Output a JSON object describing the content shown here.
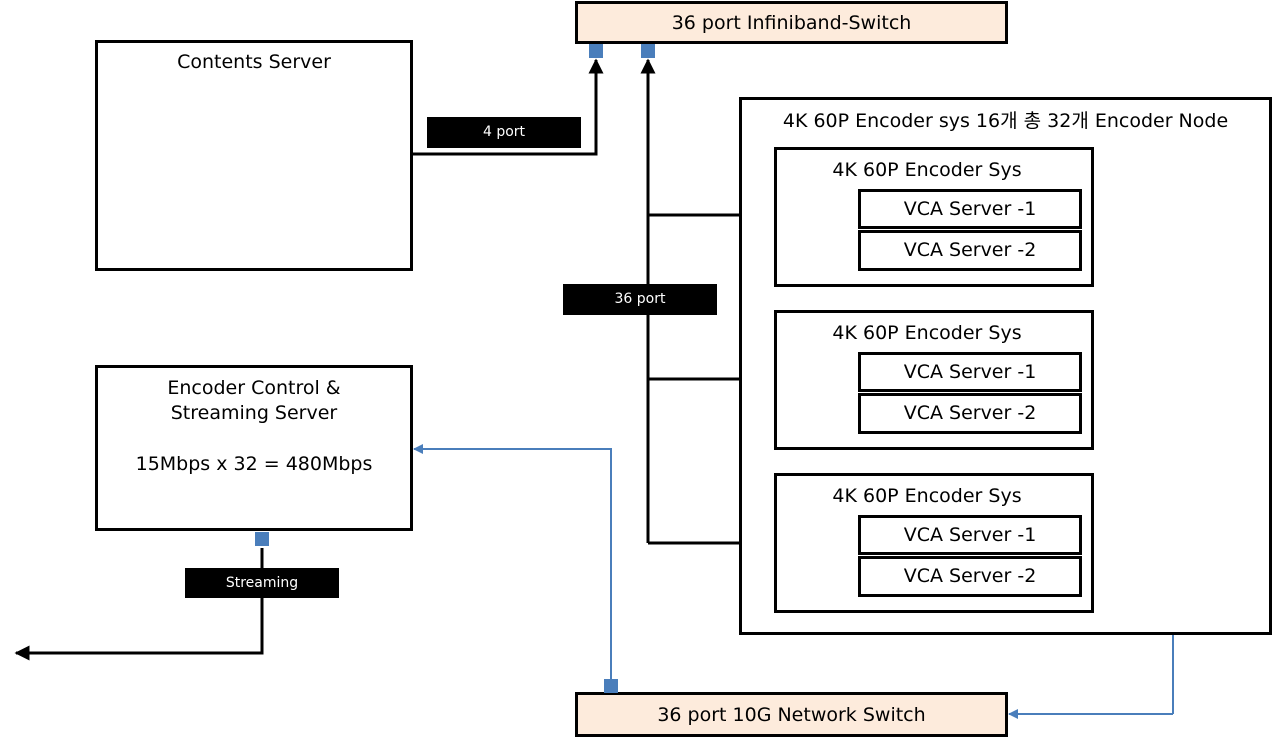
{
  "infiniband_switch": {
    "label": "36 port Infiniband-Switch"
  },
  "network_switch": {
    "label": "36 port 10G Network Switch"
  },
  "contents_server": {
    "label": "Contents Server"
  },
  "control_server": {
    "line1": "Encoder Control &",
    "line2": "Streaming Server",
    "rate": "15Mbps x 32 = 480Mbps"
  },
  "encoder_node": {
    "label": "4K 60P Encoder sys 16개 총 32개 Encoder Node",
    "systems": [
      {
        "label": "4K 60P Encoder Sys",
        "servers": [
          "VCA Server -1",
          "VCA Server -2"
        ]
      },
      {
        "label": "4K 60P Encoder Sys",
        "servers": [
          "VCA Server -1",
          "VCA Server -2"
        ]
      },
      {
        "label": "4K 60P Encoder Sys",
        "servers": [
          "VCA Server -1",
          "VCA Server -2"
        ]
      }
    ]
  },
  "link_labels": {
    "contents": "4 port",
    "encoders": "36 port",
    "streaming": "Streaming"
  },
  "colors": {
    "switch_fill": "#fdebdc",
    "port": "#4a7ebb",
    "network_link": "#4a7ebb",
    "infiniband_link": "#000000"
  }
}
